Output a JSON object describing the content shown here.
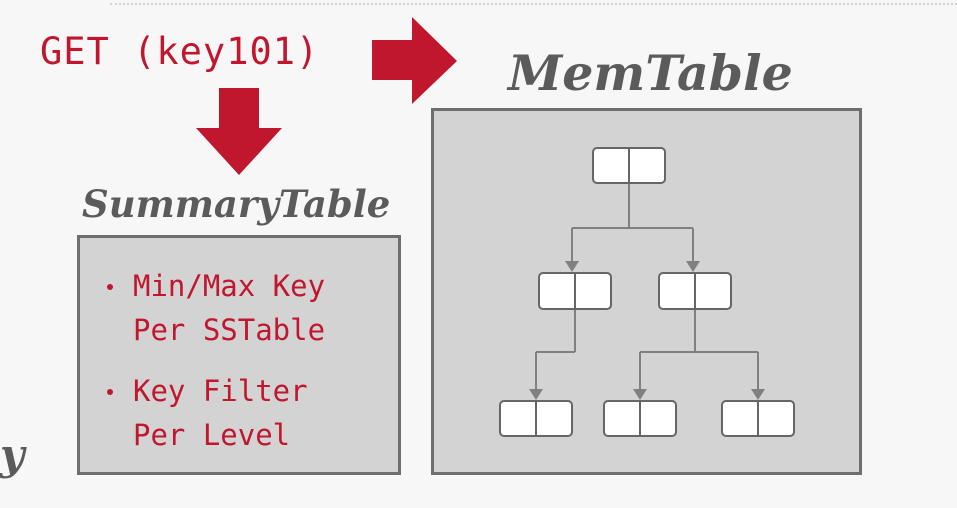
{
  "request": {
    "text": "GET (key101)"
  },
  "memtable": {
    "title": "MemTable",
    "tree": {
      "levels": [
        1,
        2,
        3
      ],
      "root_children": 2,
      "left_children": 1,
      "right_children": 2
    }
  },
  "summary_table": {
    "title": "SummaryTable",
    "bullets": [
      {
        "lines": [
          "Min/Max Key",
          "Per SSTable"
        ]
      },
      {
        "lines": [
          "Key Filter",
          "Per Level"
        ]
      }
    ]
  },
  "fragment": {
    "text": "y"
  },
  "colors": {
    "accent_red": "#c0172e",
    "title_gray": "#5b5b5b",
    "box_fill": "#d3d3d3",
    "box_border": "#6e6e6e",
    "node_fill": "#ffffff",
    "node_border": "#666666",
    "connector": "#808080"
  }
}
